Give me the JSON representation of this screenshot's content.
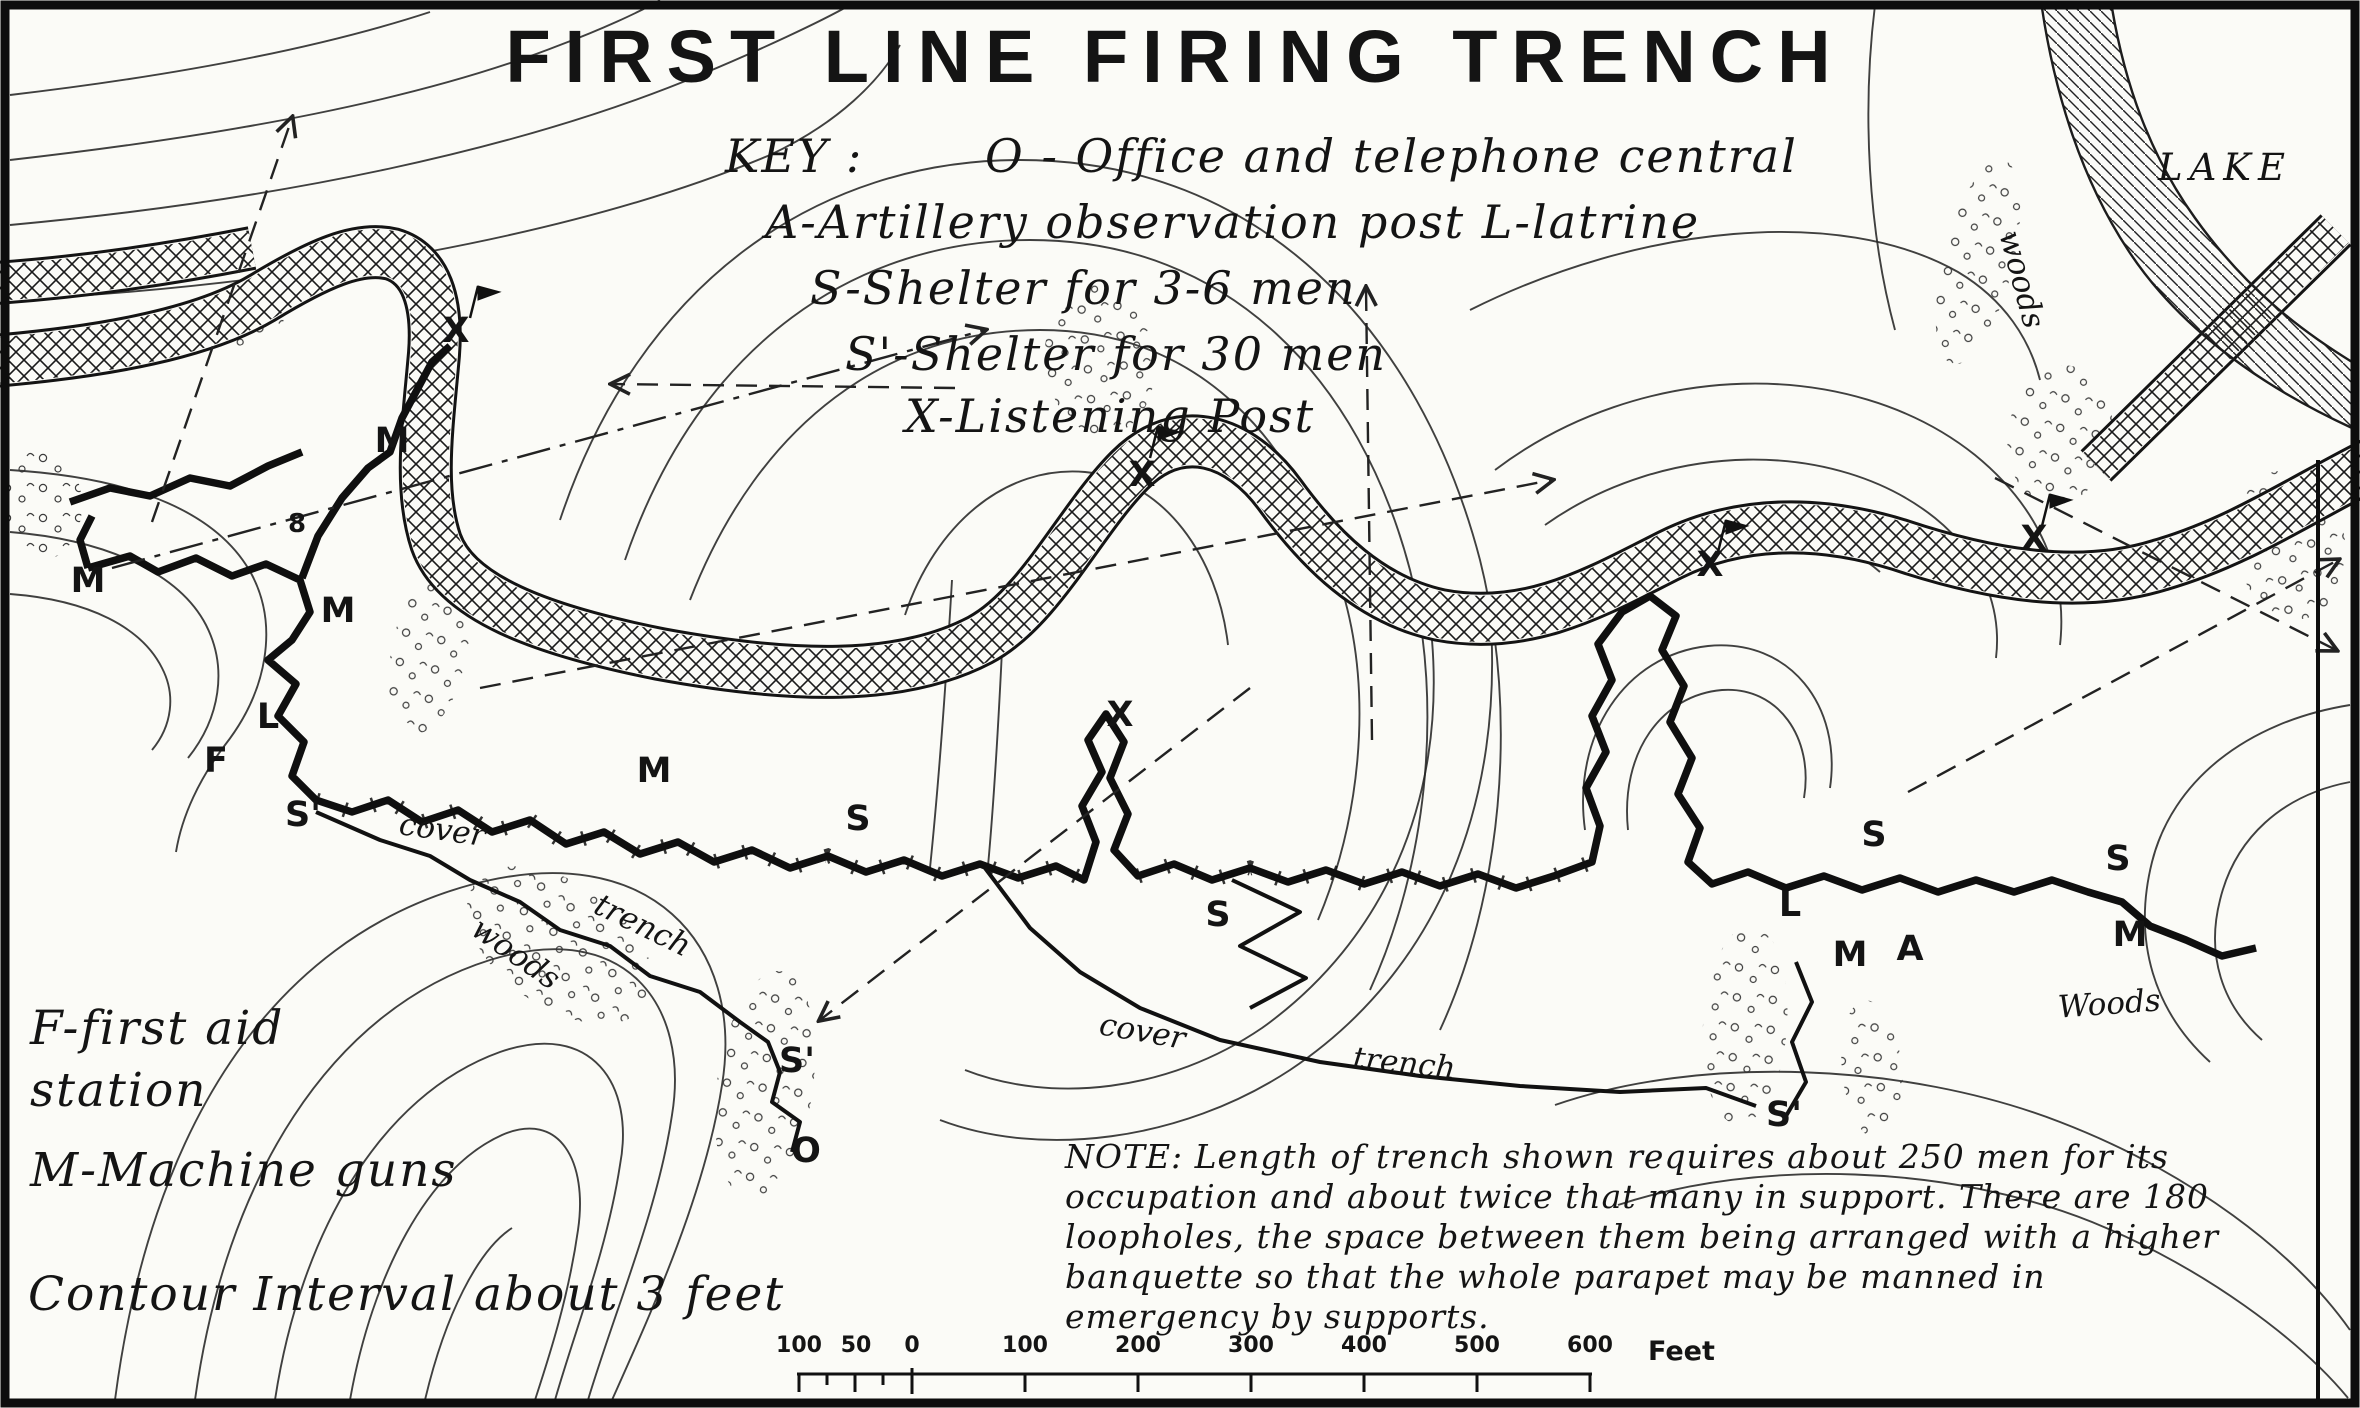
{
  "title": "FIRST LINE FIRING TRENCH",
  "key": {
    "heading": "KEY :",
    "line1": "O - Office and telephone central",
    "line2": "A-Artillery observation post  L-latrine",
    "line3": "S-Shelter for 3-6 men",
    "line4": "S'-Shelter for 30 men",
    "line5": "X-Listening Post"
  },
  "legend": {
    "first_aid_1": "F-first aid",
    "first_aid_2": "station",
    "machine_guns": "M-Machine guns",
    "contour": "Contour Interval about 3 feet"
  },
  "note": {
    "line1": "NOTE: Length of trench shown requires about 250 men for its",
    "line2": "occupation and about twice that many in support. There are 180",
    "line3": "loopholes, the space between them being arranged with a higher",
    "line4": "banquette so that the whole parapet may be manned in",
    "line5": "emergency by supports."
  },
  "scale": {
    "t0": "100",
    "t1": "50",
    "t2": "0",
    "t3": "100",
    "t4": "200",
    "t5": "300",
    "t6": "400",
    "t7": "500",
    "t8": "600",
    "unit": "Feet"
  },
  "regions": {
    "lake": "LAKE",
    "woods_lake": "woods",
    "woods_sw": "woods",
    "woods_se": "Woods",
    "cover_w": "cover",
    "trench_w": "trench",
    "cover_m": "cover",
    "trench_m": "trench"
  },
  "markers": {
    "x_nw": "X",
    "m_nw1": "M",
    "m_w": "M",
    "m_nw2": "M",
    "fig8": "8",
    "l_w": "L",
    "f_w": "F",
    "s1_w": "S'",
    "m_c1": "M",
    "s_c1": "S",
    "x_c": "X",
    "x_c2": "X",
    "s_c2": "S",
    "s1_c": "S'",
    "o_c": "O",
    "x_r1": "X",
    "x_r2": "X",
    "s_r1": "S",
    "l_r": "L",
    "m_r1": "M",
    "a_r": "A",
    "s1_r": "S'",
    "s_r2": "S",
    "m_r2": "M"
  }
}
